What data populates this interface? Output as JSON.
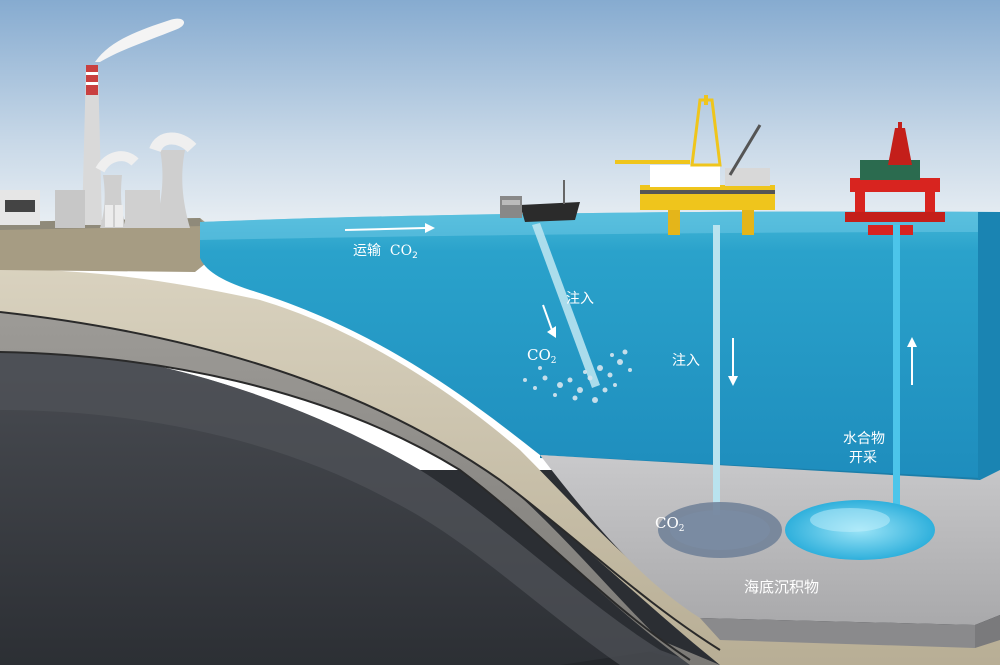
{
  "labels": {
    "transport_text": "运输",
    "transport_co2": "CO",
    "transport_sub": "2",
    "inject_ship": "注入",
    "co2_bubbles": "CO",
    "co2_bubbles_sub": "2",
    "inject_platform": "注入",
    "co2_seafloor": "CO",
    "co2_seafloor_sub": "2",
    "hydrate_line1": "水合物",
    "hydrate_line2": "开采",
    "sediment": "海底沉积物"
  },
  "colors": {
    "sky_top": "#8fb3d6",
    "sky_bottom": "#eef3f7",
    "sea_surface": "#2ba3c9",
    "sea_deep": "#1f8fbf",
    "seafloor": "#bdbdbf",
    "rock_beige": "#cfc6b1",
    "rock_grey": "#8e8c88",
    "rock_dark": "#3a3d43",
    "pipe": "#b9e3ef",
    "hydrate": "#4fc6ea",
    "co2_blob": "#6d7f97",
    "platform_yellow": "#f2c318",
    "platform_red": "#d8241f"
  }
}
